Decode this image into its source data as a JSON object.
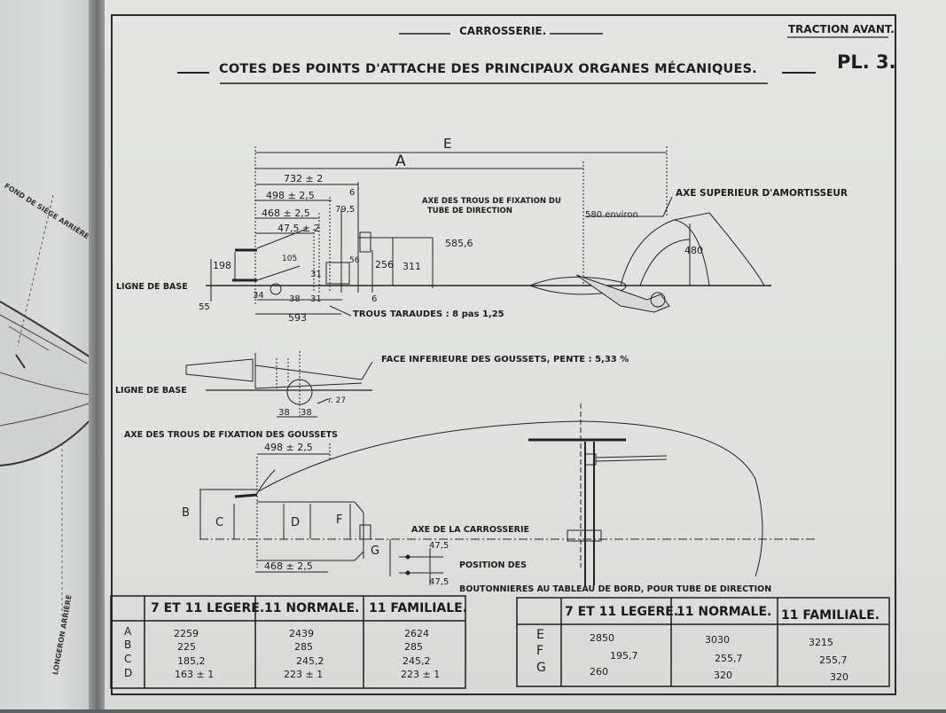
{
  "header": {
    "section": "CARROSSERIE.",
    "model": "TRACTION AVANT.",
    "title": "COTES DES POINTS D'ATTACHE DES PRINCIPAUX ORGANES MÉCANIQUES.",
    "plate": "PL. 3."
  },
  "left_page": {
    "label_top": "FOND DE SIÈGE ARRIÈRE",
    "label_bottom": "LONGERON ARRIÈRE"
  },
  "top_view": {
    "dim_E": "E",
    "dim_A": "A",
    "dim_732": "732 ± 2",
    "dim_498": "498 ± 2,5",
    "dim_6": "6",
    "dim_468": "468 ± 2,5",
    "dim_795": "79,5",
    "dim_475": "47,5 ± 2",
    "axe_tube_1": "AXE DES TROUS DE FIXATION DU",
    "axe_tube_2": "TUBE DE DIRECTION",
    "axe_amortisseur": "AXE SUPERIEUR D'AMORTISSEUR",
    "environ": "580 environ",
    "dim_5856": "585,6",
    "dim_480": "480",
    "dim_198": "198",
    "dim_105": "105",
    "dim_256": "256",
    "dim_311": "311",
    "dim_31a": "31",
    "dim_31b": "31",
    "dim_56": "56",
    "dim_6b": "6",
    "dim_55": "55",
    "dim_34": "34",
    "dim_38": "38",
    "dim_593": "593",
    "ligne_base": "LIGNE DE BASE",
    "trous": "TROUS TARAUDES : 8 pas 1,25"
  },
  "middle_view": {
    "face": "FACE INFERIEURE DES GOUSSETS, PENTE : 5,33 %",
    "ligne_base": "LIGNE DE BASE",
    "dim_38a": "38",
    "dim_38b": "38",
    "r27": "r. 27"
  },
  "bottom_view": {
    "axe_goussets": "AXE DES TROUS DE FIXATION DES GOUSSETS",
    "dim_498": "498 ± 2,5",
    "B": "B",
    "C": "C",
    "D": "D",
    "F": "F",
    "G": "G",
    "axe_carrosserie": "AXE DE LA CARROSSERIE",
    "dim_468": "468 ± 2,5",
    "dim_475a": "47,5",
    "dim_475b": "47,5",
    "position_1": "POSITION DES",
    "position_2": "BOUTONNIERES AU TABLEAU DE BORD, POUR TUBE DE DIRECTION"
  },
  "table_left": {
    "headers": [
      "7 ET 11 LEGERE.",
      "11 NORMALE.",
      "11 FAMILIALE."
    ],
    "letters": [
      "A",
      "B",
      "C",
      "D"
    ],
    "rows": [
      [
        "2259",
        "2439",
        "2624"
      ],
      [
        "225",
        "285",
        "285"
      ],
      [
        "185,2",
        "245,2",
        "245,2"
      ],
      [
        "163 ± 1",
        "223 ± 1",
        "223 ± 1"
      ]
    ]
  },
  "table_right": {
    "headers": [
      "7 ET 11 LEGERE.",
      "11 NORMALE.",
      "11 FAMILIALE."
    ],
    "letters": [
      "E",
      "F",
      "G"
    ],
    "rows": [
      [
        "2850",
        "3030",
        "3215"
      ],
      [
        "195,7",
        "255,7",
        "255,7"
      ],
      [
        "260",
        "320",
        "320"
      ]
    ]
  }
}
